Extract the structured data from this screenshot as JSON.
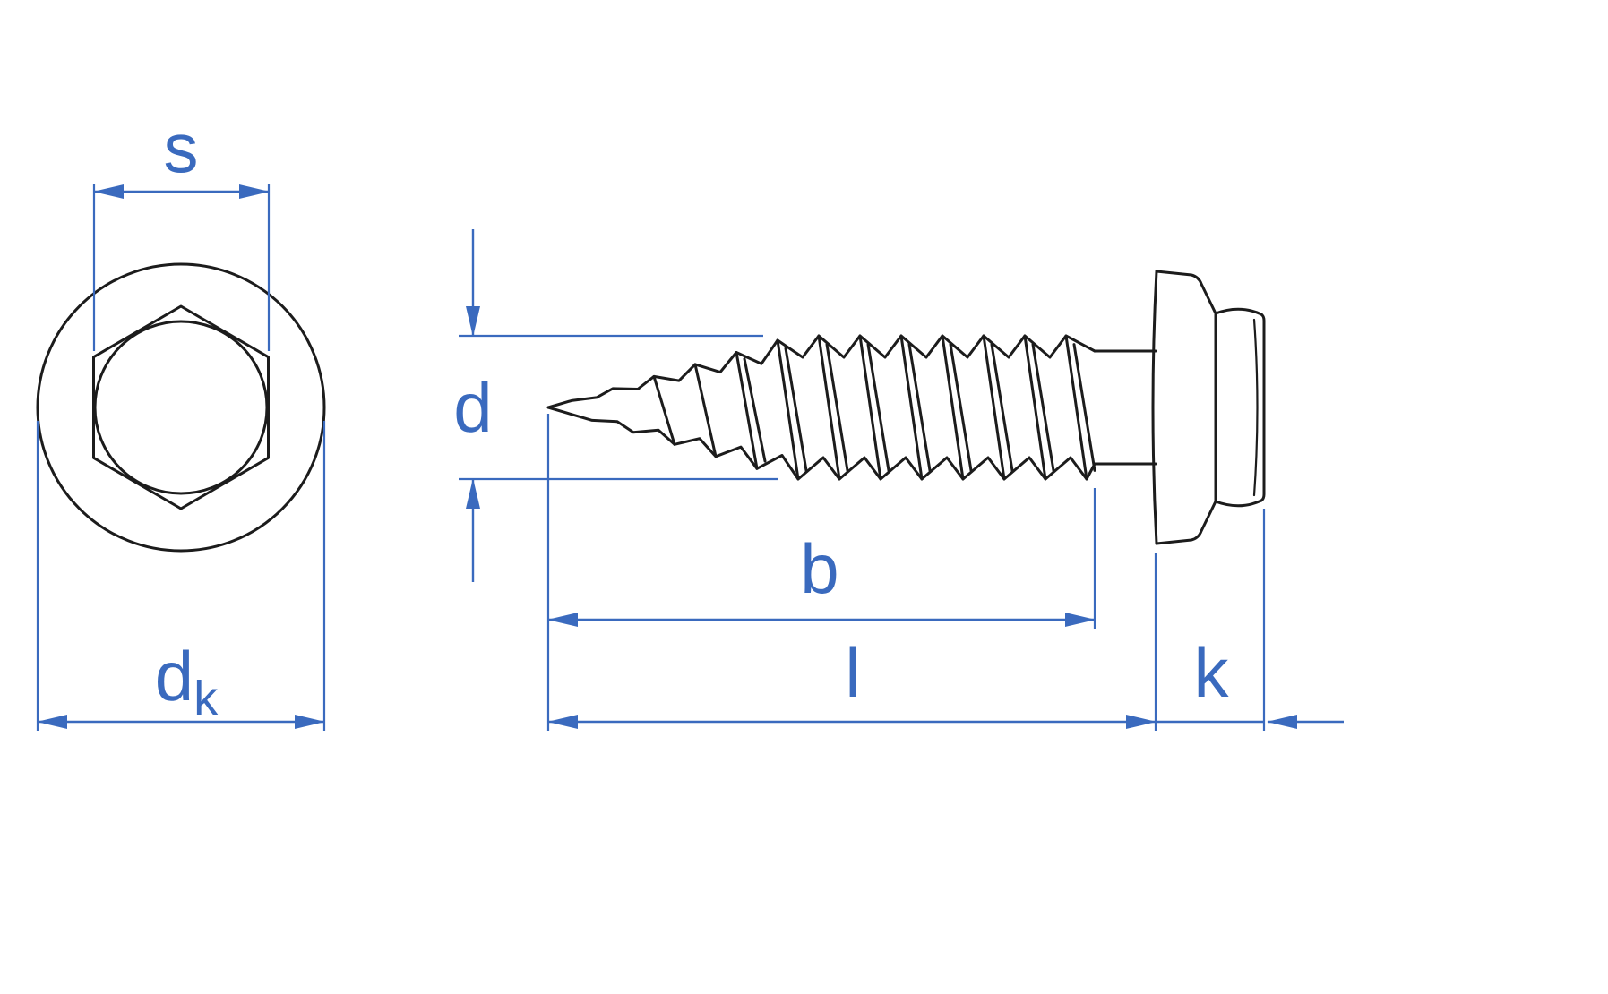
{
  "drawing": {
    "type": "fastener-technical-drawing",
    "part": "hex-flange-head-self-tapping-screw"
  },
  "labels": {
    "s": "s",
    "d": "d",
    "b": "b",
    "l": "l",
    "k": "k",
    "dk_base": "d",
    "dk_sub": "k"
  },
  "colors": {
    "dimension": "#3a6abe",
    "drawing": "#1c1c1c",
    "background": "#ffffff"
  }
}
